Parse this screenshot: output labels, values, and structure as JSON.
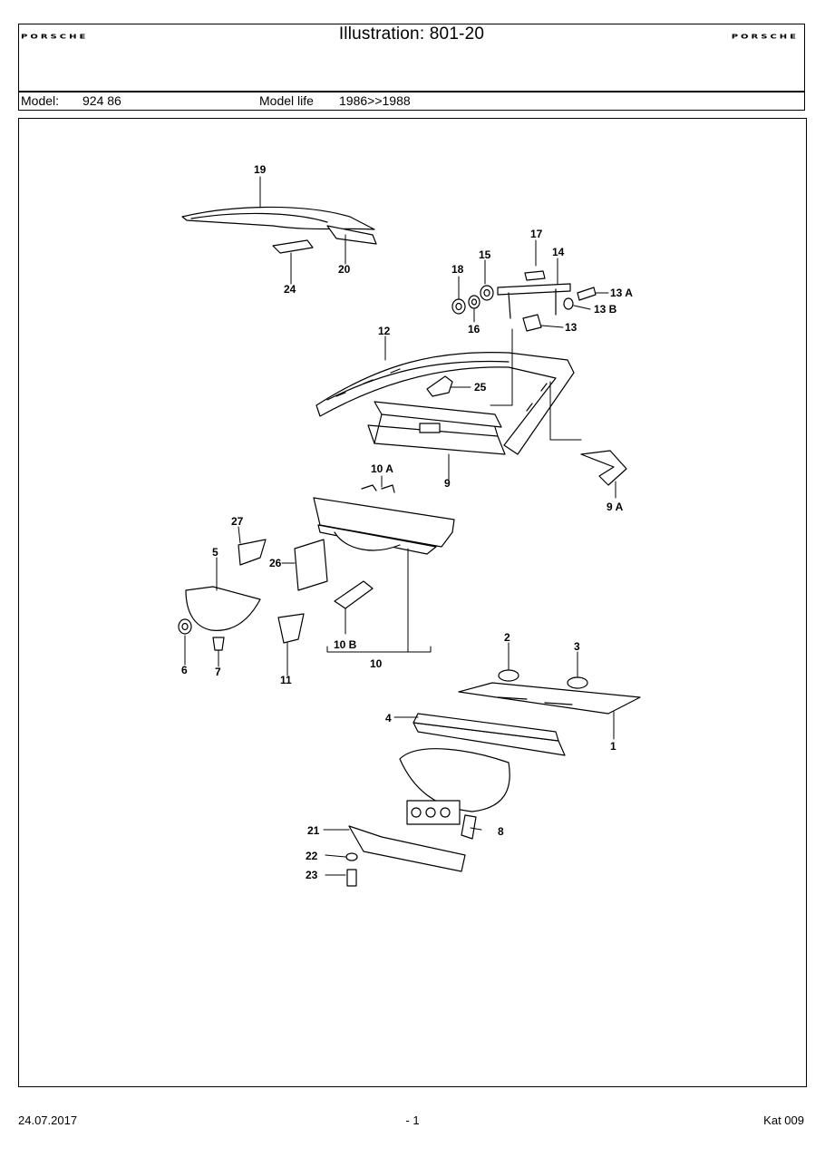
{
  "header": {
    "brand": "PORSCHE",
    "title": "Illustration: 801-20",
    "model_label": "Model:",
    "model_value": "924 86",
    "model_life_label": "Model life",
    "model_life_value": "1986>>1988"
  },
  "callouts": [
    "19",
    "20",
    "24",
    "17",
    "14",
    "15",
    "18",
    "16",
    "13 A",
    "13 B",
    "13",
    "12",
    "25",
    "9",
    "9 A",
    "10 A",
    "27",
    "5",
    "26",
    "10 B",
    "10",
    "6",
    "7",
    "11",
    "2",
    "3",
    "4",
    "1",
    "21",
    "8",
    "22",
    "23"
  ],
  "footer": {
    "date": "24.07.2017",
    "page": "- 1",
    "catalog": "Kat 009"
  }
}
